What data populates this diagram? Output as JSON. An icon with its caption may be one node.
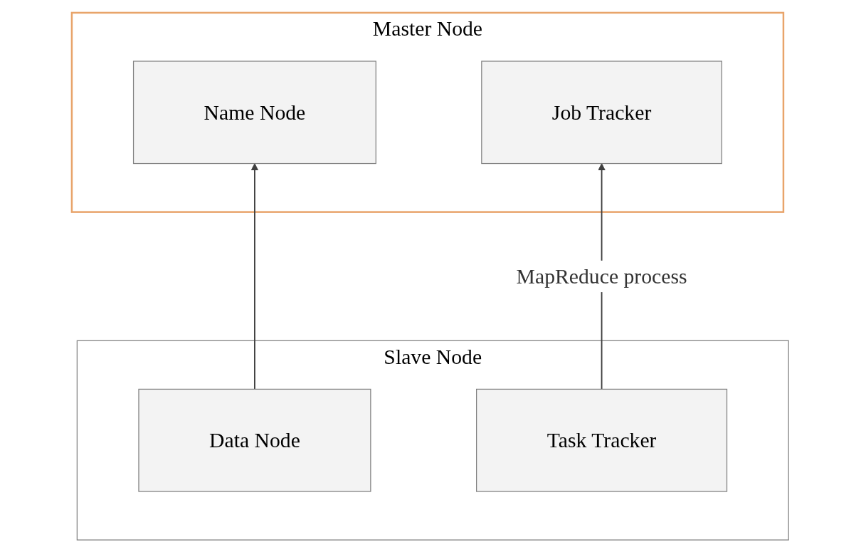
{
  "diagram": {
    "nodes": [
      {
        "text": [
          "Master Node"
        ]
      },
      {
        "text": [
          "Name Node"
        ],
        "in": 0
      },
      {
        "text": [
          "Job Tracker"
        ],
        "in": 0
      },
      {
        "text": [
          "Slave Node"
        ]
      },
      {
        "text": [
          "Data Node"
        ],
        "in": 3
      },
      {
        "text": [
          "Task Tracker"
        ],
        "in": 3
      }
    ],
    "edges": [
      {
        "from": 4,
        "to": 1,
        "arrow": "to"
      },
      {
        "from": 5,
        "to": 2,
        "label": "MapReduce process",
        "arrow": "to"
      }
    ]
  }
}
